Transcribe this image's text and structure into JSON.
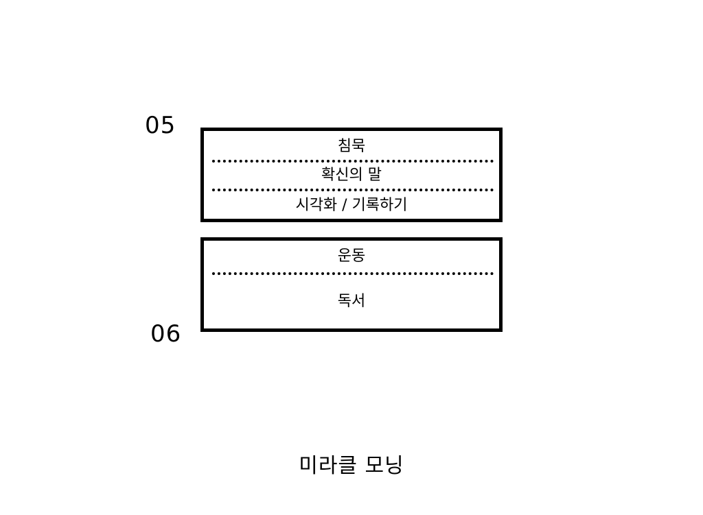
{
  "time_labels": {
    "start": "05",
    "end": "06"
  },
  "blocks": [
    {
      "items": [
        "침묵",
        "확신의 말",
        "시각화 / 기록하기"
      ]
    },
    {
      "items": [
        "운동",
        "독서"
      ]
    }
  ],
  "caption": "미라클 모닝",
  "colors": {
    "stroke": "#000000",
    "background": "#ffffff"
  }
}
